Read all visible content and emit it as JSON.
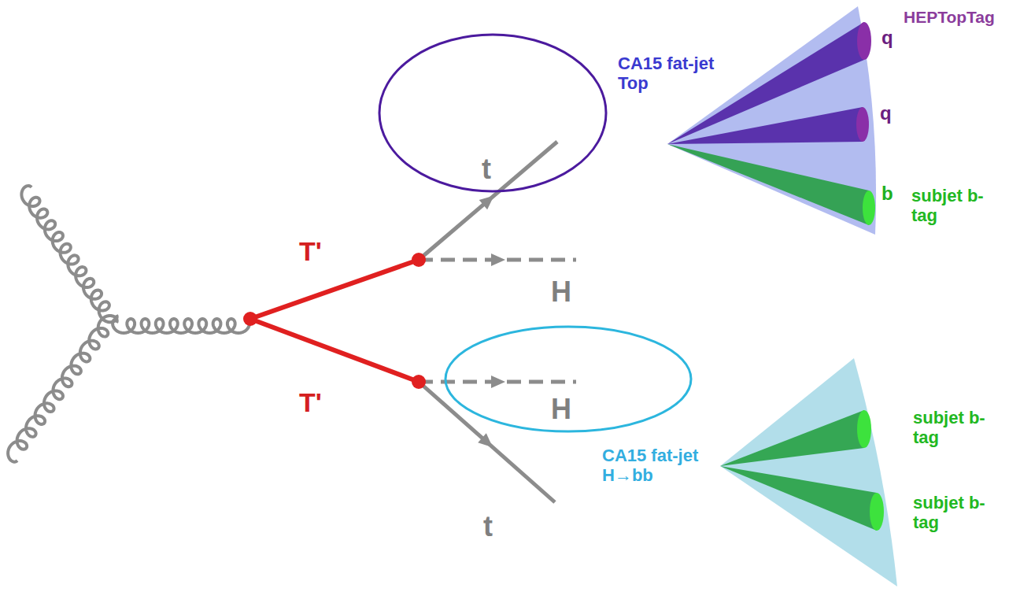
{
  "diagram": {
    "nodes": [
      {
        "text": [
          "t"
        ]
      },
      {
        "text": [
          "H"
        ]
      }
    ],
    "labels": [
      "T'",
      "T'",
      "H",
      "t",
      "CA15 fat-jet Top",
      "HEPTopTag",
      "q",
      "q",
      "b",
      "subjet b-tag",
      "CA15 fat-jet H→bb",
      "subjet b-tag",
      "subjet b-tag"
    ]
  }
}
